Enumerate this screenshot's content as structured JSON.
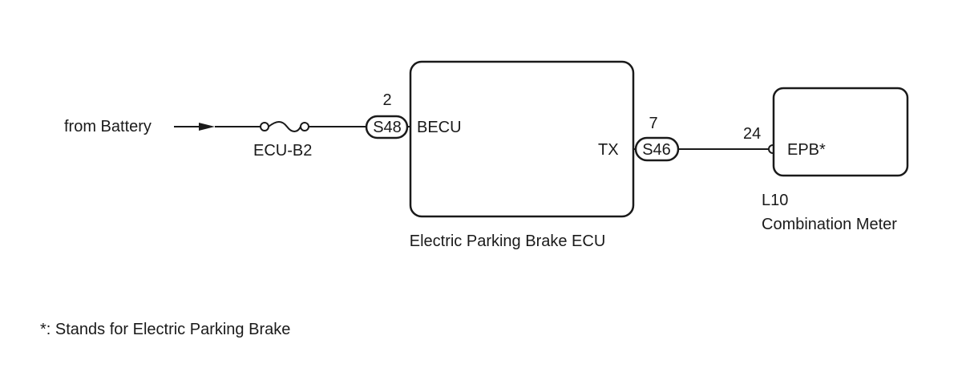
{
  "source": {
    "label": "from Battery"
  },
  "fuse": {
    "name": "ECU-B2"
  },
  "ecu": {
    "name": "Electric Parking Brake ECU",
    "terminals": {
      "becu": "BECU",
      "tx": "TX"
    },
    "connectors": {
      "power": {
        "id": "S48",
        "pin": "2"
      },
      "comm": {
        "id": "S46",
        "pin": "7"
      }
    }
  },
  "meter": {
    "connector": "L10",
    "name": "Combination Meter",
    "pin": "24",
    "terminal": "EPB*"
  },
  "footnote": "*: Stands for Electric Parking Brake",
  "colors": {
    "line": "#1a1a1a",
    "background": "#ffffff"
  }
}
